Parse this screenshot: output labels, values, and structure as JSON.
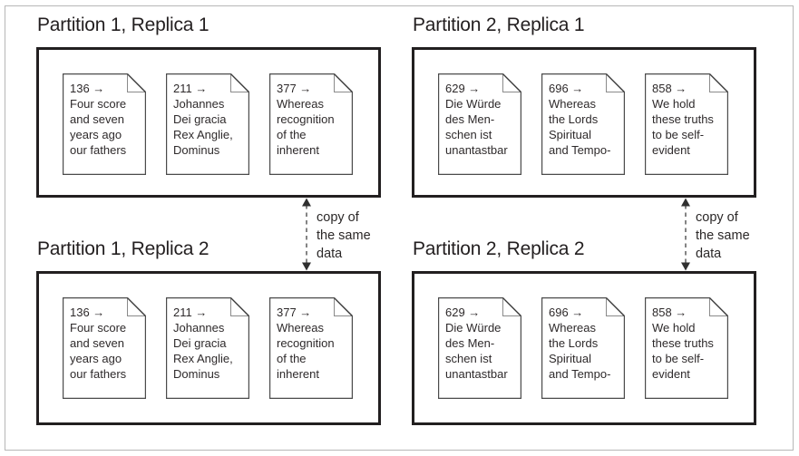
{
  "panels": [
    {
      "title": "Partition 1, Replica 1",
      "docs": [
        {
          "key": "136 →",
          "text": "Four score\nand seven\nyears ago\nour fathers"
        },
        {
          "key": "211 →",
          "text": "Johannes\nDei gracia\nRex Anglie,\nDominus"
        },
        {
          "key": "377 →",
          "text": "Whereas\nrecognition\nof the\ninherent"
        }
      ]
    },
    {
      "title": "Partition 2, Replica 1",
      "docs": [
        {
          "key": "629 →",
          "text": "Die Würde\ndes Men-\nschen ist\nunantastbar"
        },
        {
          "key": "696 →",
          "text": "Whereas\nthe Lords\nSpiritual\nand Tempo-"
        },
        {
          "key": "858 →",
          "text": "We hold\nthese truths\nto be self-\nevident"
        }
      ]
    },
    {
      "title": "Partition 1, Replica 2",
      "docs": [
        {
          "key": "136 →",
          "text": "Four score\nand seven\nyears ago\nour fathers"
        },
        {
          "key": "211 →",
          "text": "Johannes\nDei gracia\nRex Anglie,\nDominus"
        },
        {
          "key": "377 →",
          "text": "Whereas\nrecognition\nof the\ninherent"
        }
      ]
    },
    {
      "title": "Partition 2, Replica 2",
      "docs": [
        {
          "key": "629 →",
          "text": "Die Würde\ndes Men-\nschen ist\nunantastbar"
        },
        {
          "key": "696 →",
          "text": "Whereas\nthe Lords\nSpiritual\nand Tempo-"
        },
        {
          "key": "858 →",
          "text": "We hold\nthese truths\nto be self-\nevident"
        }
      ]
    }
  ],
  "connectors": [
    {
      "label": "copy of\nthe same\ndata"
    },
    {
      "label": "copy of\nthe same\ndata"
    }
  ],
  "colors": {
    "box_border": "#221f20",
    "doc_border": "#4b4b4b",
    "doc_fold": "#8a8a8a",
    "frame_border": "#b7b7b7",
    "arrow": "#3c3c3c",
    "text": "#2e2a2b"
  }
}
